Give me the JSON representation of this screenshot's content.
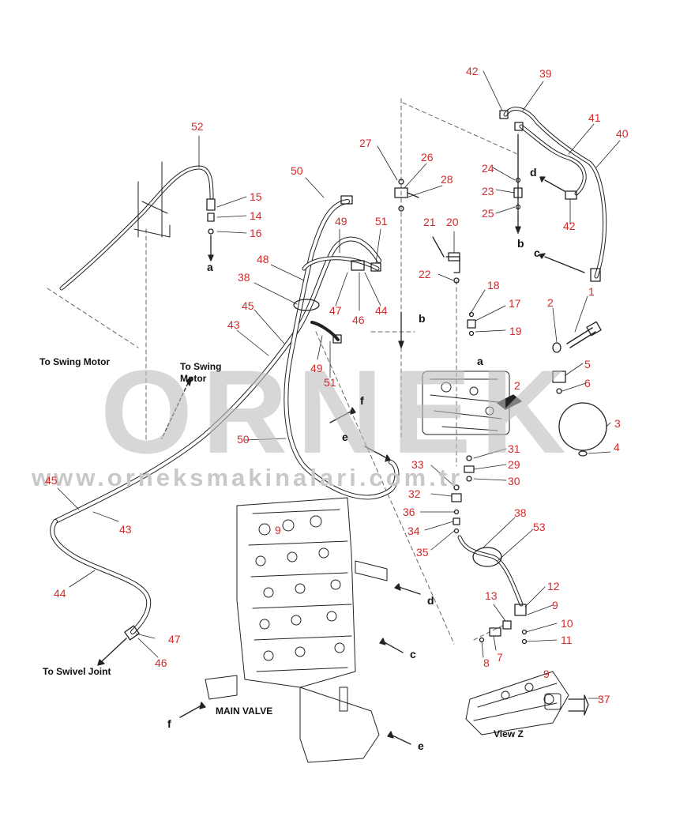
{
  "watermark": {
    "brand": "ORNEK",
    "url": "www.orneksmakinalari.com.tr"
  },
  "part_numbers": {
    "p1": "1",
    "p2": "2",
    "p2b": "2",
    "p3": "3",
    "p4": "4",
    "p5": "5",
    "p6": "6",
    "p7": "7",
    "p8": "8",
    "p9": "9",
    "p9b": "9",
    "p9c": "9",
    "p10": "10",
    "p11": "11",
    "p12": "12",
    "p13": "13",
    "p14": "14",
    "p15": "15",
    "p16": "16",
    "p17": "17",
    "p18": "18",
    "p19": "19",
    "p20": "20",
    "p21": "21",
    "p22": "22",
    "p23": "23",
    "p24": "24",
    "p25": "25",
    "p26": "26",
    "p27": "27",
    "p28": "28",
    "p29": "29",
    "p30": "30",
    "p31": "31",
    "p32": "32",
    "p33": "33",
    "p34": "34",
    "p35": "35",
    "p36": "36",
    "p37": "37",
    "p38": "38",
    "p38b": "38",
    "p39": "39",
    "p40": "40",
    "p41": "41",
    "p42": "42",
    "p42b": "42",
    "p43": "43",
    "p43b": "43",
    "p44": "44",
    "p44b": "44",
    "p45": "45",
    "p45b": "45",
    "p46": "46",
    "p46b": "46",
    "p47": "47",
    "p47b": "47",
    "p48": "48",
    "p49": "49",
    "p49b": "49",
    "p50": "50",
    "p50b": "50",
    "p51": "51",
    "p51b": "51",
    "p52": "52",
    "p53": "53"
  },
  "annotations": {
    "to_swing_motor_left": "To Swing Motor",
    "to_swing_motor_mid_1": "To Swing",
    "to_swing_motor_mid_2": "Motor",
    "to_swivel_joint": "To Swivel Joint",
    "main_valve": "MAIN VALVE",
    "view_z": "View Z"
  },
  "connection_letters": {
    "a1": "a",
    "a2": "a",
    "b1": "b",
    "b2": "b",
    "c1": "c",
    "c2": "c",
    "d1": "d",
    "d2": "d",
    "e1": "e",
    "e2": "e",
    "f1": "f",
    "f2": "f"
  },
  "colors": {
    "number": "#d22a2a",
    "line": "#222222",
    "watermark": "#c8c8c8"
  }
}
